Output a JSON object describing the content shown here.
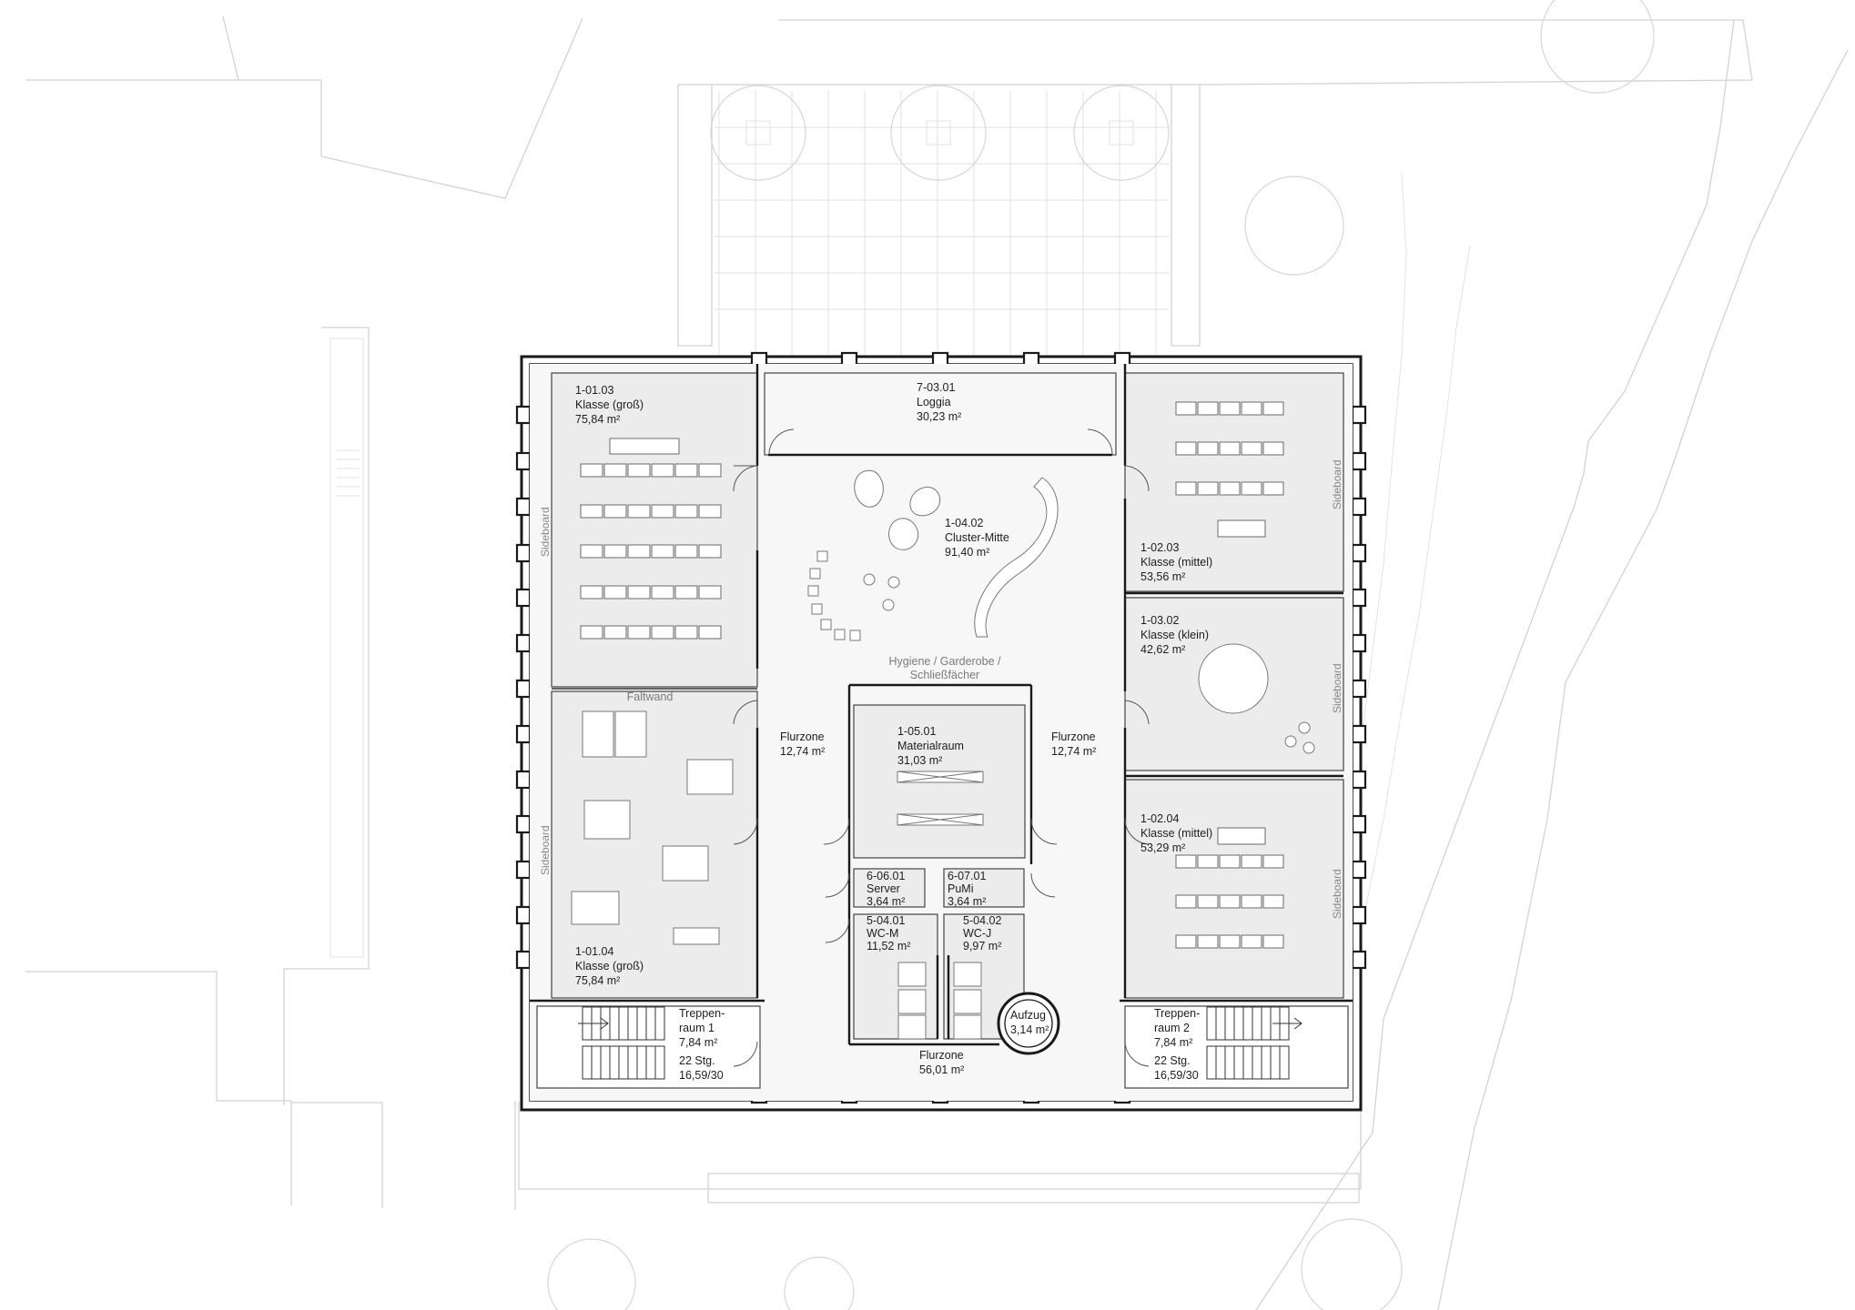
{
  "rooms": [
    {
      "code": "1-01.03",
      "name": "Klasse (groß)",
      "area": "75,84 m²"
    },
    {
      "code": "7-03.01",
      "name": "Loggia",
      "area": "30,23 m²"
    },
    {
      "code": "1-04.02",
      "name": "Cluster-Mitte",
      "area": "91,40 m²"
    },
    {
      "code": "1-02.03",
      "name": "Klasse (mittel)",
      "area": "53,56 m²"
    },
    {
      "code": "1-03.02",
      "name": "Klasse (klein)",
      "area": "42,62 m²"
    },
    {
      "code": "1-05.01",
      "name": "Materialraum",
      "area": "31,03 m²"
    },
    {
      "code": "1-02.04",
      "name": "Klasse (mittel)",
      "area": "53,29 m²"
    },
    {
      "code": "1-01.04",
      "name": "Klasse (groß)",
      "area": "75,84 m²"
    },
    {
      "code": "6-06.01",
      "name": "Server",
      "area": "3,64 m²"
    },
    {
      "code": "6-07.01",
      "name": "PuMi",
      "area": "3,64 m²"
    },
    {
      "code": "5-04.01",
      "name": "WC-M",
      "area": "11,52 m²"
    },
    {
      "code": "5-04.02",
      "name": "WC-J",
      "area": "9,97 m²"
    }
  ],
  "flurzone_left": {
    "name": "Flurzone",
    "area": "12,74 m²"
  },
  "flurzone_right": {
    "name": "Flurzone",
    "area": "12,74 m²"
  },
  "flurzone_bottom": {
    "name": "Flurzone",
    "area": "56,01 m²"
  },
  "aufzug": {
    "name": "Aufzug",
    "area": "3,14 m²"
  },
  "stair_left": {
    "line1": "Treppen-",
    "line2": "raum 1",
    "area": "7,84 m²",
    "steps": "22 Stg.",
    "ratio": "16,59/30"
  },
  "stair_right": {
    "line1": "Treppen-",
    "line2": "raum 2",
    "area": "7,84 m²",
    "steps": "22 Stg.",
    "ratio": "16,59/30"
  },
  "hygiene": {
    "line1": "Hygiene / Garderobe /",
    "line2": "Schließfächer"
  },
  "faltwand": "Faltwand",
  "sideboard": "Sideboard",
  "colors": {
    "wall": "#1a1a1a",
    "room_fill": "#ececec",
    "context": "#d2d2d2"
  }
}
